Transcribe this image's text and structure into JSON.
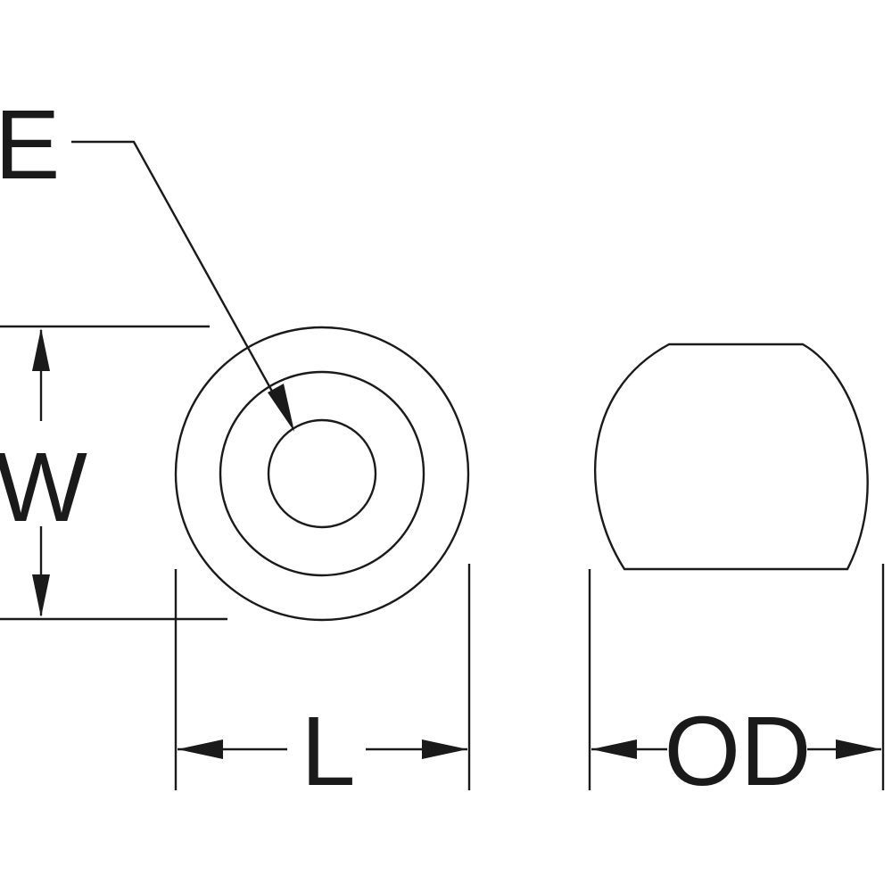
{
  "labels": {
    "e": "E",
    "w": "W",
    "l": "L",
    "od": "OD"
  },
  "colors": {
    "line": "#1a1a1a",
    "background": "#ffffff"
  }
}
